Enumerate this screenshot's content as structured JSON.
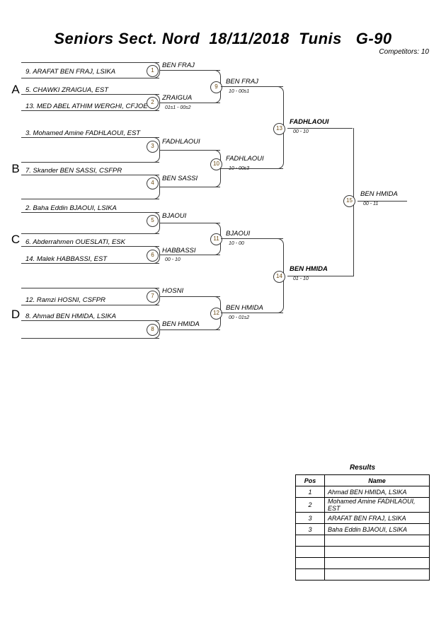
{
  "header": {
    "title": "Seniors Sect. Nord  18/11/2018  Tunis   G-90",
    "competitors": "Competitors: 10"
  },
  "sections": [
    {
      "letter": "A"
    },
    {
      "letter": "B"
    },
    {
      "letter": "C"
    },
    {
      "letter": "D"
    }
  ],
  "competitors": [
    {
      "label": "9. ARAFAT BEN FRAJ, LSIKA"
    },
    {
      "label": "5. CHAWKI ZRAIGUA, EST"
    },
    {
      "label": "13. MED ABEL ATHIM WERGHI, CFJOE"
    },
    {
      "label": "3. Mohamed Amine FADHLAOUI, EST"
    },
    {
      "label": "7. Skander BEN SASSI, CSFPR"
    },
    {
      "label": "2. Baha Eddin BJAOUI, LSIKA"
    },
    {
      "label": "6. Abderrahmen OUESLATI, ESK"
    },
    {
      "label": "14. Malek HABBASSI, EST"
    },
    {
      "label": "12. Ramzi HOSNI, CSFPR"
    },
    {
      "label": "8. Ahmad BEN HMIDA, LSIKA"
    }
  ],
  "matches": [
    {
      "number": "1",
      "winner": "BEN FRAJ",
      "score": ""
    },
    {
      "number": "2",
      "winner": "ZRAIGUA",
      "score": "01s1 - 00s2"
    },
    {
      "number": "3",
      "winner": "FADHLAOUI",
      "score": ""
    },
    {
      "number": "4",
      "winner": "BEN SASSI",
      "score": ""
    },
    {
      "number": "5",
      "winner": "BJAOUI",
      "score": ""
    },
    {
      "number": "6",
      "winner": "HABBASSI",
      "score": "00 - 10"
    },
    {
      "number": "7",
      "winner": "HOSNI",
      "score": ""
    },
    {
      "number": "8",
      "winner": "BEN HMIDA",
      "score": ""
    },
    {
      "number": "9",
      "winner": "BEN FRAJ",
      "score": "10 - 00s1"
    },
    {
      "number": "10",
      "winner": "FADHLAOUI",
      "score": "10 - 00s3"
    },
    {
      "number": "11",
      "winner": "BJAOUI",
      "score": "10 - 00"
    },
    {
      "number": "12",
      "winner": "BEN HMIDA",
      "score": "00 - 01s2"
    },
    {
      "number": "13",
      "winner": "FADHLAOUI",
      "score": "00 - 10"
    },
    {
      "number": "14",
      "winner": "BEN HMIDA",
      "score": "01 - 10"
    },
    {
      "number": "15",
      "winner": "BEN HMIDA",
      "score": "00 - 11"
    }
  ],
  "results": {
    "title": "Results",
    "columns": [
      "Pos",
      "Name"
    ],
    "rows": [
      {
        "pos": "1",
        "name": "Ahmad BEN HMIDA, LSIKA"
      },
      {
        "pos": "2",
        "name": "Mohamed Amine FADHLAOUI, EST"
      },
      {
        "pos": "3",
        "name": "ARAFAT BEN FRAJ, LSIKA"
      },
      {
        "pos": "3",
        "name": "Baha Eddin BJAOUI, LSIKA"
      },
      {
        "pos": "",
        "name": ""
      },
      {
        "pos": "",
        "name": ""
      },
      {
        "pos": "",
        "name": ""
      },
      {
        "pos": "",
        "name": ""
      }
    ]
  }
}
